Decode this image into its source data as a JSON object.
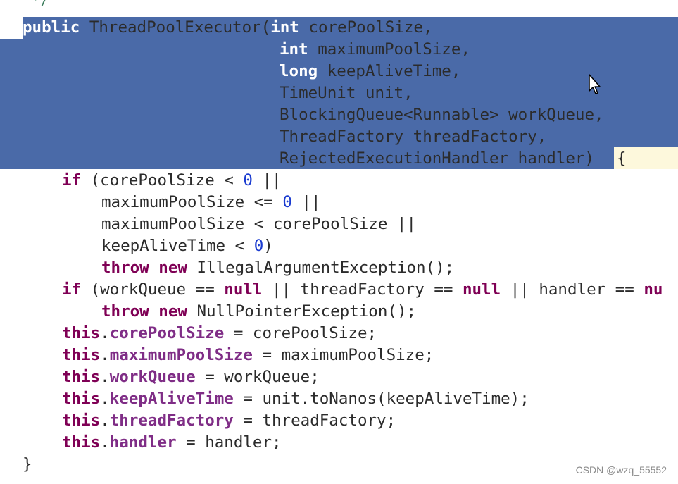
{
  "comment_fragment": "*/",
  "signature": {
    "kw_public": "public",
    "name": "ThreadPoolExecutor(",
    "p1_kw": "int",
    "p1": "corePoolSize,",
    "p2_kw": "int",
    "p2": "maximumPoolSize,",
    "p3_kw": "long",
    "p3": "keepAliveTime,",
    "p4": "TimeUnit unit,",
    "p5": "BlockingQueue<Runnable> workQueue,",
    "p6": "ThreadFactory threadFactory,",
    "p7": "RejectedExecutionHandler handler)",
    "open_brace": "{"
  },
  "body": {
    "if1_kw": "if",
    "if1_a": "(corePoolSize < ",
    "if1_zero": "0",
    "if1_b": " ||",
    "l2_a": "maximumPoolSize <= ",
    "l2_zero": "0",
    "l2_b": " ||",
    "l3": "maximumPoolSize < corePoolSize ||",
    "l4_a": "keepAliveTime < ",
    "l4_zero": "0",
    "l4_b": ")",
    "throw_kw": "throw",
    "new_kw": "new",
    "ex1": "IllegalArgumentException();",
    "if2_kw": "if",
    "if2_a": "(workQueue == ",
    "null_kw": "null",
    "if2_b": " || threadFactory == ",
    "if2_c": " || handler == ",
    "null_cut": "nu",
    "ex2": "NullPointerException();",
    "this_kw": "this",
    "assign": [
      {
        "field": "corePoolSize",
        "rhs": " = corePoolSize;"
      },
      {
        "field": "maximumPoolSize",
        "rhs": " = maximumPoolSize;"
      },
      {
        "field": "workQueue",
        "rhs": " = workQueue;"
      },
      {
        "field": "keepAliveTime",
        "rhs": " = unit.toNanos(keepAliveTime);"
      },
      {
        "field": "threadFactory",
        "rhs": " = threadFactory;"
      },
      {
        "field": "handler",
        "rhs": " = handler;"
      }
    ],
    "close_brace": "}"
  },
  "watermark": "CSDN @wzq_55552",
  "colors": {
    "selection": "#4a6aa8",
    "keyword": "#7f0055",
    "number": "#1a3bd0",
    "field": "#7f2d86",
    "brace_highlight": "#fdf8dc"
  },
  "icons": {
    "cursor": "mouse-pointer-icon"
  }
}
